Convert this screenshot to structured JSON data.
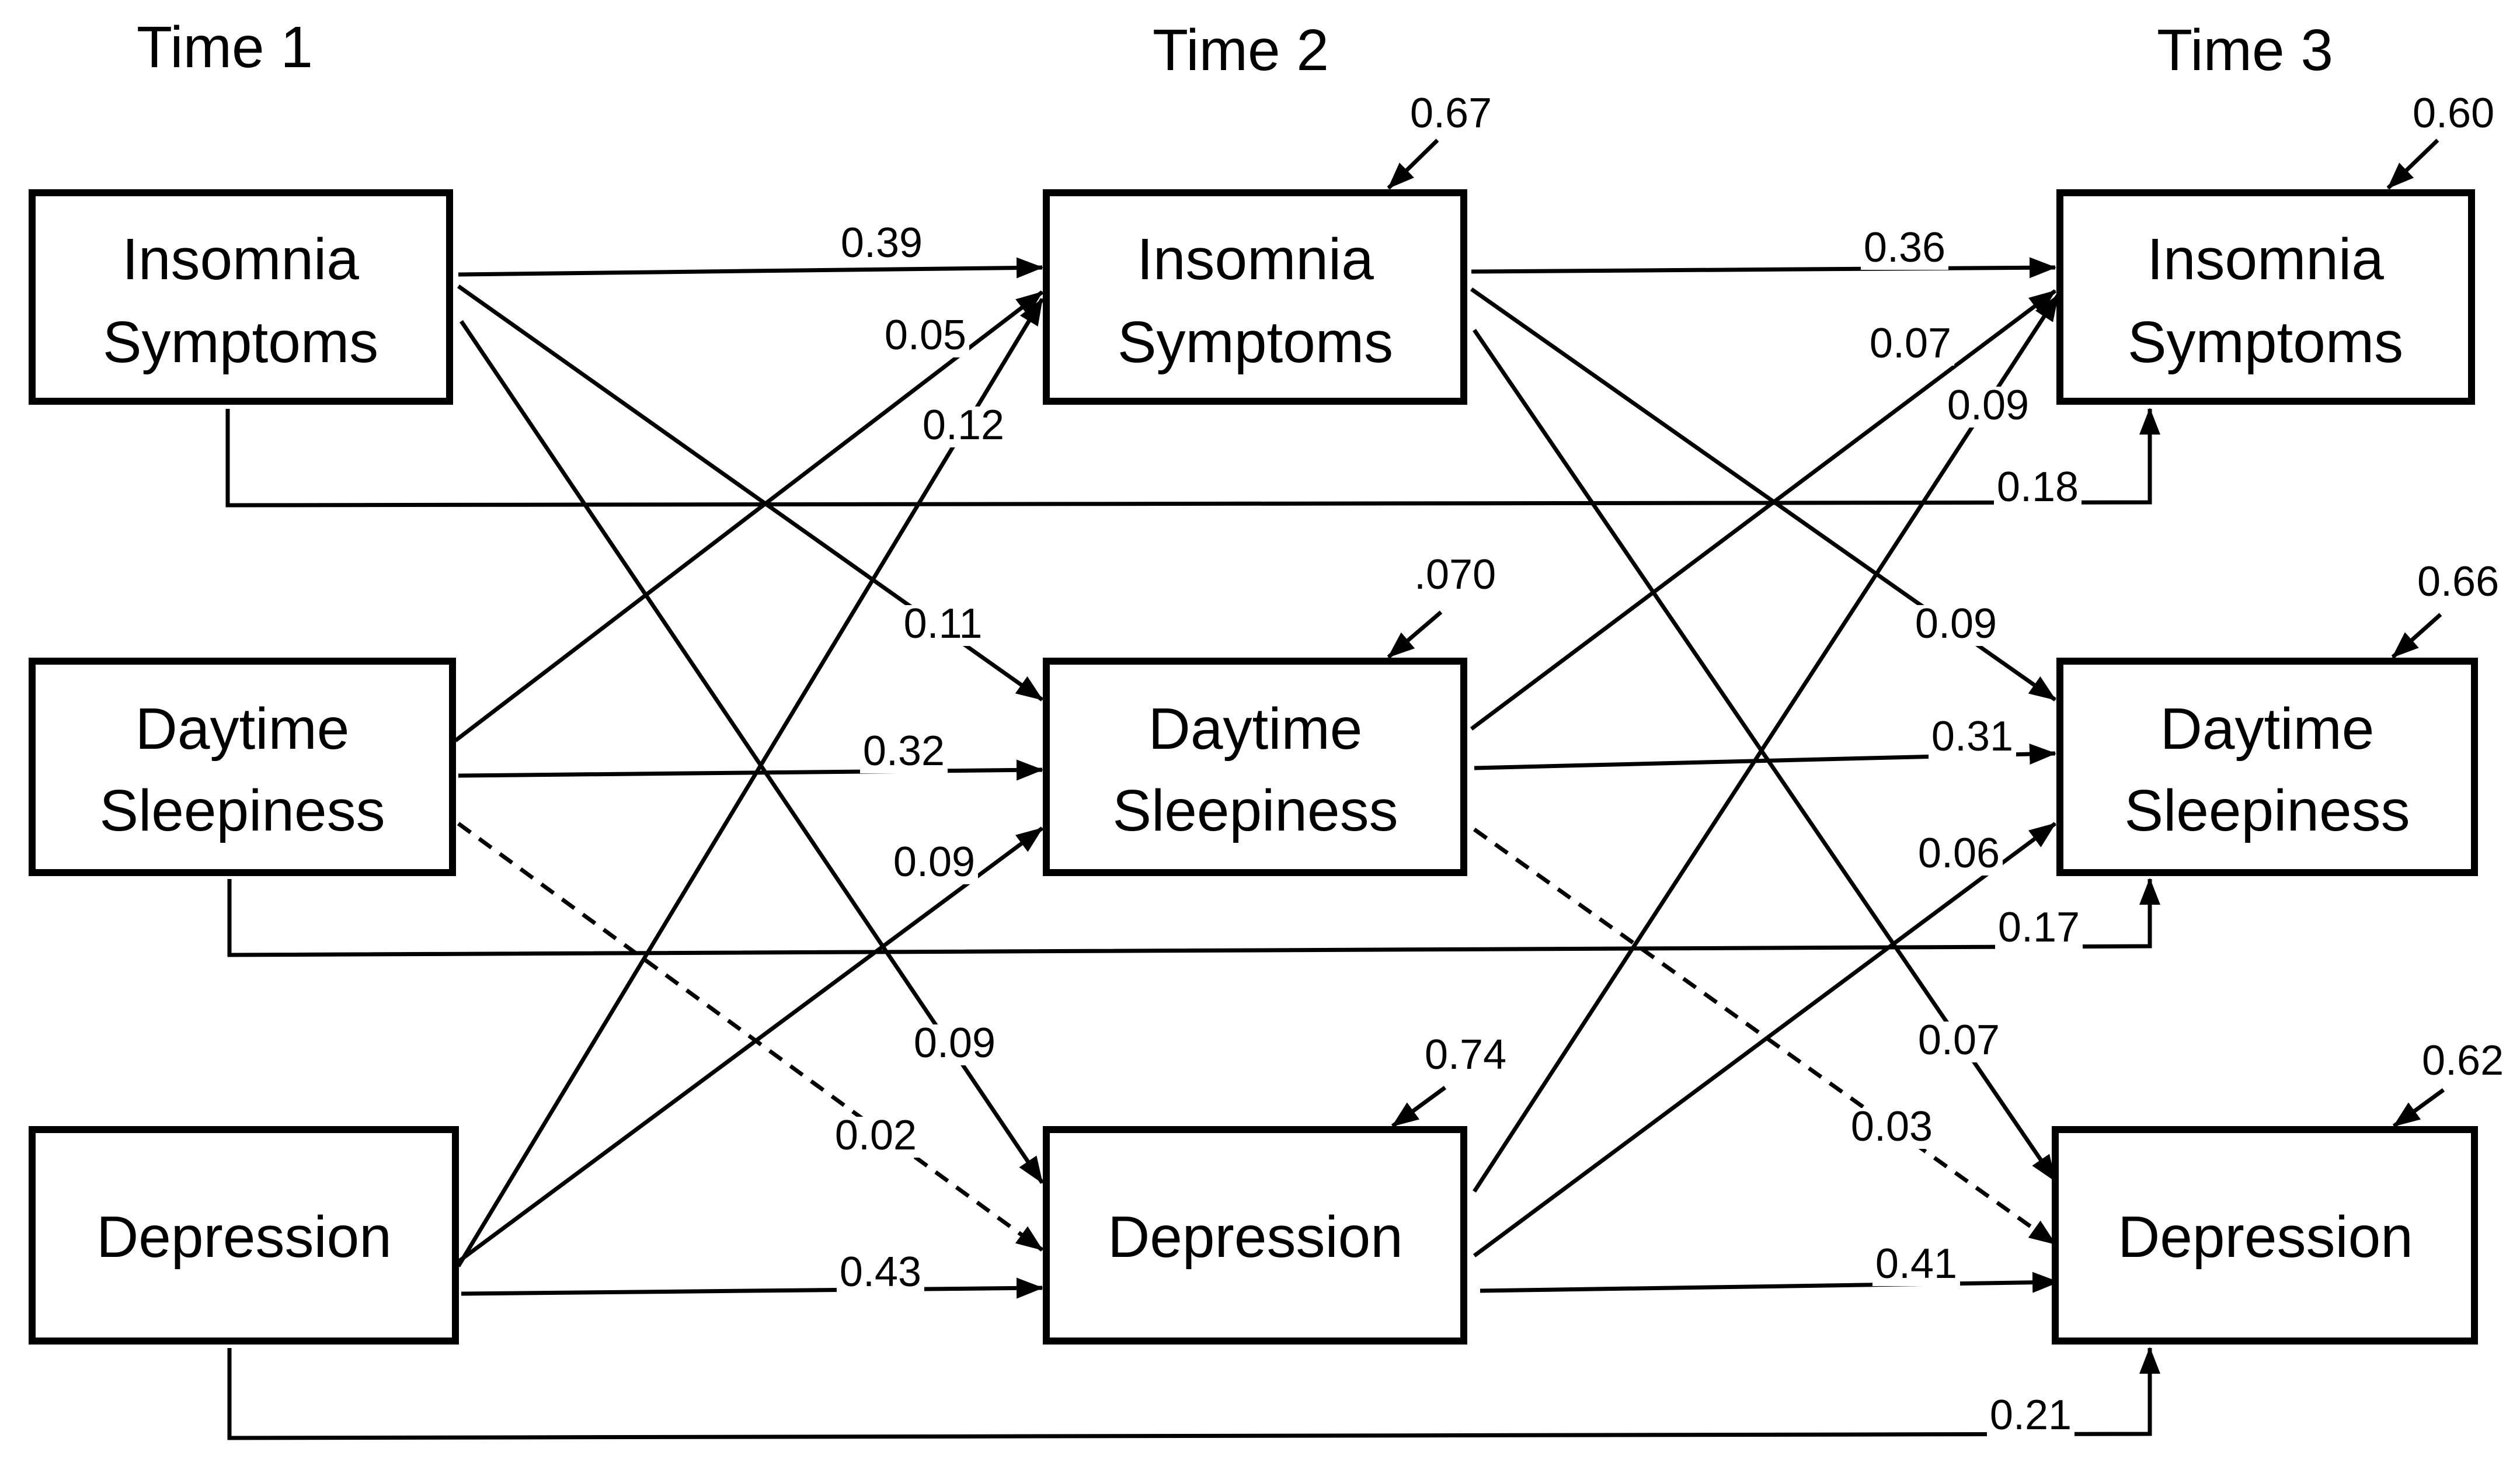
{
  "diagram": {
    "time_labels": [
      "Time 1",
      "Time 2",
      "Time 3"
    ],
    "nodes": {
      "t1_ins": {
        "label": [
          "Insomnia",
          "Symptoms"
        ]
      },
      "t1_day": {
        "label": [
          "Daytime",
          "Sleepiness"
        ]
      },
      "t1_dep": {
        "label": [
          "Depression"
        ]
      },
      "t2_ins": {
        "label": [
          "Insomnia",
          "Symptoms"
        ],
        "r2": "0.67"
      },
      "t2_day": {
        "label": [
          "Daytime",
          "Sleepiness"
        ],
        "r2": ".070"
      },
      "t2_dep": {
        "label": [
          "Depression"
        ],
        "r2": "0.74"
      },
      "t3_ins": {
        "label": [
          "Insomnia",
          "Symptoms"
        ],
        "r2": "0.60"
      },
      "t3_day": {
        "label": [
          "Daytime",
          "Sleepiness"
        ],
        "r2": "0.66"
      },
      "t3_dep": {
        "label": [
          "Depression"
        ],
        "r2": "0.62"
      }
    },
    "paths": [
      {
        "from": "t1_ins",
        "to": "t2_ins",
        "coef": "0.39"
      },
      {
        "from": "t1_day",
        "to": "t2_ins",
        "coef": "0.05"
      },
      {
        "from": "t1_dep",
        "to": "t2_ins",
        "coef": "0.12"
      },
      {
        "from": "t1_ins",
        "to": "t2_day",
        "coef": "0.11"
      },
      {
        "from": "t1_day",
        "to": "t2_day",
        "coef": "0.32"
      },
      {
        "from": "t1_dep",
        "to": "t2_day",
        "coef": "0.09"
      },
      {
        "from": "t1_ins",
        "to": "t2_dep",
        "coef": "0.09"
      },
      {
        "from": "t1_day",
        "to": "t2_dep",
        "coef": "0.02",
        "dashed": true
      },
      {
        "from": "t1_dep",
        "to": "t2_dep",
        "coef": "0.43"
      },
      {
        "from": "t2_ins",
        "to": "t3_ins",
        "coef": "0.36"
      },
      {
        "from": "t2_day",
        "to": "t3_ins",
        "coef": "0.07"
      },
      {
        "from": "t2_dep",
        "to": "t3_ins",
        "coef": "0.09"
      },
      {
        "from": "t2_ins",
        "to": "t3_day",
        "coef": "0.09"
      },
      {
        "from": "t2_day",
        "to": "t3_day",
        "coef": "0.31"
      },
      {
        "from": "t2_dep",
        "to": "t3_day",
        "coef": "0.06"
      },
      {
        "from": "t2_ins",
        "to": "t3_dep",
        "coef": "0.07"
      },
      {
        "from": "t2_day",
        "to": "t3_dep",
        "coef": "0.03",
        "dashed": true
      },
      {
        "from": "t2_dep",
        "to": "t3_dep",
        "coef": "0.41"
      },
      {
        "from": "t1_ins",
        "to": "t3_ins",
        "coef": "0.18"
      },
      {
        "from": "t1_day",
        "to": "t3_day",
        "coef": "0.17"
      },
      {
        "from": "t1_dep",
        "to": "t3_dep",
        "coef": "0.21"
      }
    ]
  }
}
